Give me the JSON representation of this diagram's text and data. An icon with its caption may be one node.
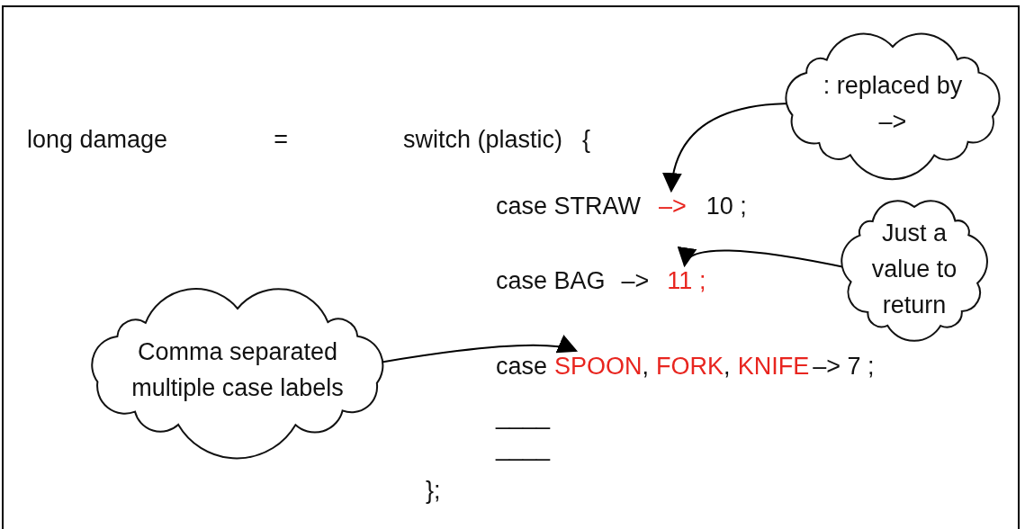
{
  "diagram": {
    "nodes": [
      {
        "text": [
          ": replaced by –>"
        ]
      },
      {
        "text": [
          "–>"
        ]
      },
      {
        "text": [
          "Just a value to return"
        ]
      },
      {
        "text": [
          "11 ;"
        ]
      },
      {
        "text": [
          "Comma separated multiple case labels"
        ]
      },
      {
        "text": [
          "SPOON"
        ]
      }
    ],
    "edges": [
      {
        "from": 0,
        "to": 1,
        "arrow": "to"
      },
      {
        "from": 2,
        "to": 3,
        "arrow": "to"
      },
      {
        "from": 4,
        "to": 5,
        "arrow": "to"
      }
    ],
    "labels": [
      "long damage",
      "=",
      "switch (plastic)",
      "{",
      "case STRAW",
      "10 ;",
      "case BAG",
      "–>",
      "case",
      ",",
      "FORK",
      ",",
      "KNIFE",
      "–> 7 ;",
      "____",
      "____",
      "};"
    ]
  }
}
